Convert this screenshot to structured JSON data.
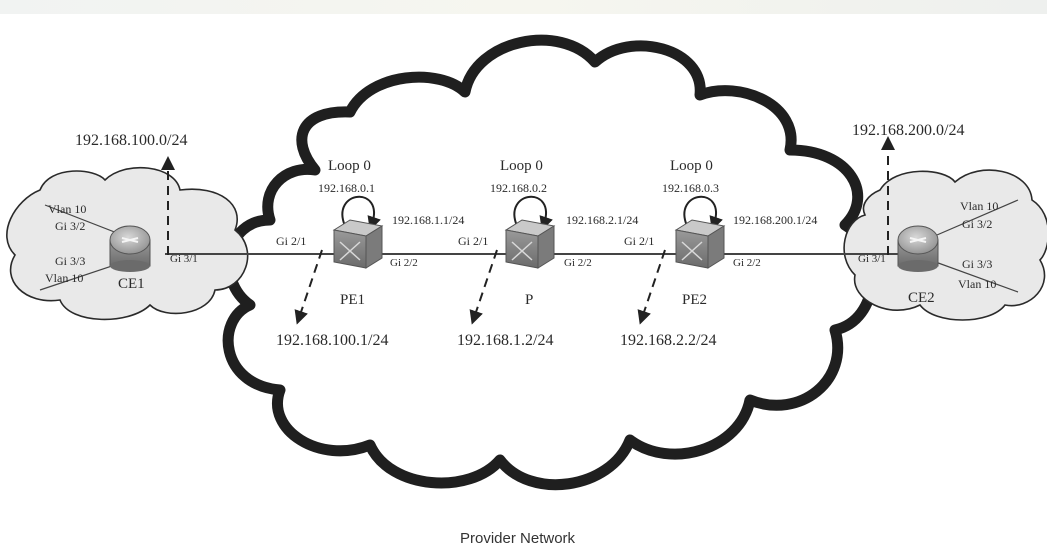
{
  "caption": "Provider Network",
  "devices": {
    "ce1": {
      "name": "CE1",
      "network": "192.168.100.0/24",
      "port_uplink": "Gi 3/1",
      "port_a": "Gi 3/2",
      "vlan_a": "Vlan 10",
      "port_b": "Gi 3/3",
      "vlan_b": "Vlan 10"
    },
    "pe1": {
      "name": "PE1",
      "loop": "Loop 0",
      "loop_ip": "192.168.0.1",
      "port_in": "Gi 2/1",
      "port_out": "Gi 2/2",
      "link_ip": "192.168.1.1/24",
      "in_ip": "192.168.100.1/24"
    },
    "p": {
      "name": "P",
      "loop": "Loop 0",
      "loop_ip": "192.168.0.2",
      "port_in": "Gi 2/1",
      "port_out": "Gi 2/2",
      "link_ip": "192.168.2.1/24",
      "in_ip": "192.168.1.2/24"
    },
    "pe2": {
      "name": "PE2",
      "loop": "Loop 0",
      "loop_ip": "192.168.0.3",
      "port_in": "Gi 2/1",
      "port_out": "Gi 2/2",
      "link_ip": "192.168.200.1/24",
      "in_ip": "192.168.2.2/24"
    },
    "ce2": {
      "name": "CE2",
      "network": "192.168.200.0/24",
      "port_uplink": "Gi 3/1",
      "port_a": "Gi 3/2",
      "vlan_a": "Vlan 10",
      "port_b": "Gi 3/3",
      "vlan_b": "Vlan 10"
    }
  }
}
